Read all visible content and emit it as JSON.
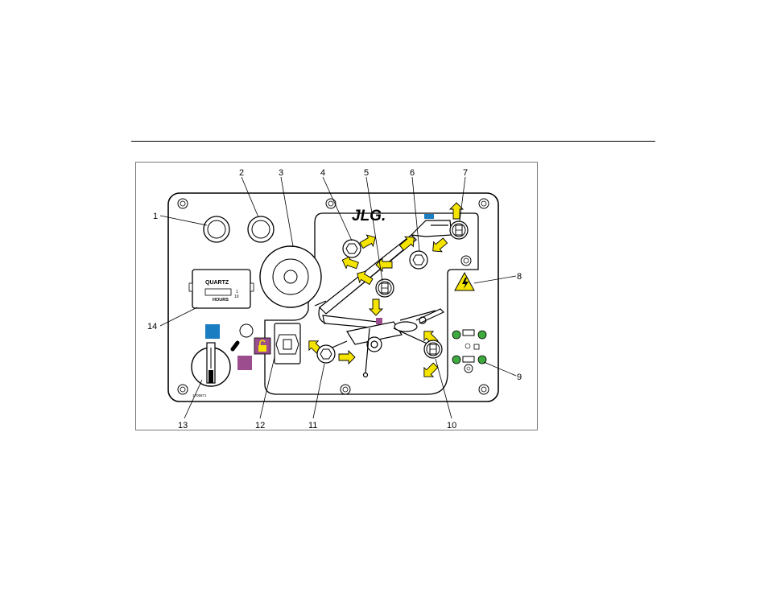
{
  "figure": {
    "callouts": [
      "1",
      "2",
      "3",
      "4",
      "5",
      "6",
      "7",
      "8",
      "9",
      "10",
      "11",
      "12",
      "13",
      "14"
    ],
    "brand_logo": "JLG.",
    "hour_meter": {
      "brand": "QUARTZ",
      "units": "HOURS",
      "tenths": "1",
      "tenths_unit": "10"
    },
    "part_number": "1705871"
  },
  "colors": {
    "arrow_yellow": "#f5e400",
    "blue_square": "#1a7cc1",
    "magenta_square": "#9b4d8d",
    "unlock_icon_bg": "#9b4d8d",
    "unlock_icon_fg": "#f5e400",
    "led_green": "#3faa3f",
    "line": "#000000"
  },
  "icons": [
    "lamp-icon-1",
    "lamp-icon-2",
    "horn-icon",
    "boom-control-switch-icon",
    "jib-switch-icon",
    "upper-boom-switch-icon",
    "platform-level-switch-icon",
    "high-voltage-warning-icon",
    "led-indicator-panel-icon",
    "swing-switch-icon",
    "telescope-switch-icon",
    "unlock-icon",
    "key-switch-icon",
    "hour-meter-icon"
  ]
}
